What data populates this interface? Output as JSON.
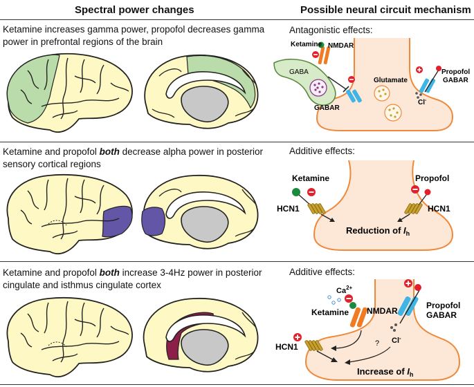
{
  "header": {
    "left": "Spectral power changes",
    "right": "Possible neural circuit mechanism"
  },
  "rows": [
    {
      "description_prefix": "Ketamine increases gamma power, propofol decreases gamma power in prefrontal regions of the brain",
      "description_bold": "",
      "description_suffix": "",
      "mechanism_title": "Antagonistic effects:",
      "region_color": "#b9dcaa"
    },
    {
      "description_prefix": "Ketamine and propofol ",
      "description_bold": "both",
      "description_suffix": " decrease alpha power in posterior sensory cortical regions",
      "mechanism_title": "Additive effects:",
      "region_color": "#6456a6"
    },
    {
      "description_prefix": "Ketamine and propofol ",
      "description_bold": "both",
      "description_suffix": " increase 3-4Hz power in posterior cingulate and isthmus cingulate cortex",
      "mechanism_title": "Additive effects:",
      "region_color": "#8c1f4a"
    }
  ],
  "labels": {
    "ketamine": "Ketamine",
    "propofol": "Propofol",
    "nmdar": "NMDAR",
    "gabar": "GABAR",
    "gaba": "GABA",
    "glutamate": "Glutamate",
    "cl": "Cl",
    "minus_sup": "-",
    "hcn1": "HCN1",
    "reduction": "Reduction of ",
    "increase": "Increase of ",
    "ih_i": "I",
    "ih_sub": "h",
    "ca": "Ca",
    "ca_sup": "2+",
    "question": "?"
  },
  "colors": {
    "brain_fill": "#fdf8c4",
    "neuron_fill": "#fde8d8",
    "neuron_stroke": "#f0883a",
    "gaba_fill": "#d8ebc8",
    "receptor_orange": "#f07b22",
    "receptor_blue": "#3fb5e6",
    "ketamine_green": "#1b8a3c",
    "drug_red": "#e1202c",
    "hcn_gold": "#c8a230"
  }
}
